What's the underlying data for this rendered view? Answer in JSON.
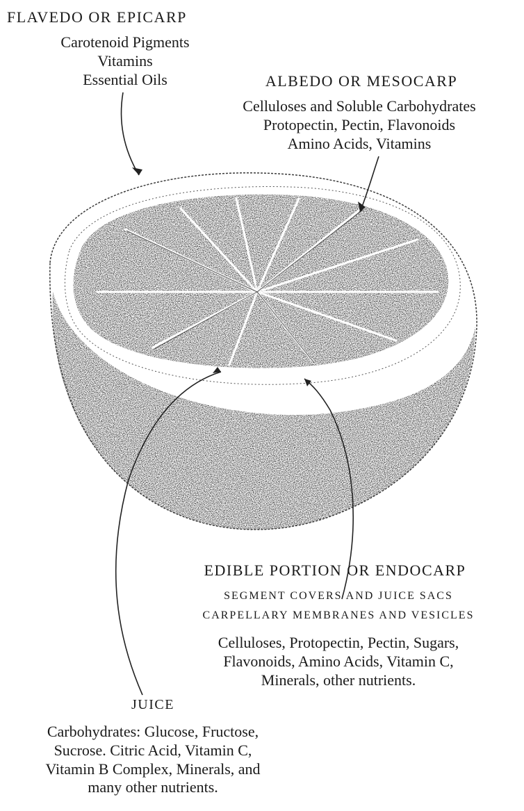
{
  "flavedo": {
    "heading": "FLAVEDO OR EPICARP",
    "lines": [
      "Carotenoid Pigments",
      "Vitamins",
      "Essential Oils"
    ]
  },
  "albedo": {
    "heading": "ALBEDO OR MESOCARP",
    "lines": [
      "Celluloses and Soluble Carbohydrates",
      "Protopectin, Pectin, Flavonoids",
      "Amino Acids, Vitamins"
    ]
  },
  "edible": {
    "heading": "EDIBLE PORTION OR ENDOCARP",
    "subheads": [
      "SEGMENT COVERS AND JUICE SACS",
      "CARPELLARY MEMBRANES AND VESICLES"
    ],
    "lines": [
      "Celluloses, Protopectin, Pectin, Sugars,",
      "Flavonoids, Amino Acids, Vitamin C,",
      "Minerals, other nutrients."
    ]
  },
  "juice": {
    "heading": "JUICE",
    "lines": [
      "Carbohydrates: Glucose, Fructose,",
      "Sucrose. Citric Acid, Vitamin C,",
      "Vitamin B Complex, Minerals, and",
      "many other nutrients."
    ]
  }
}
